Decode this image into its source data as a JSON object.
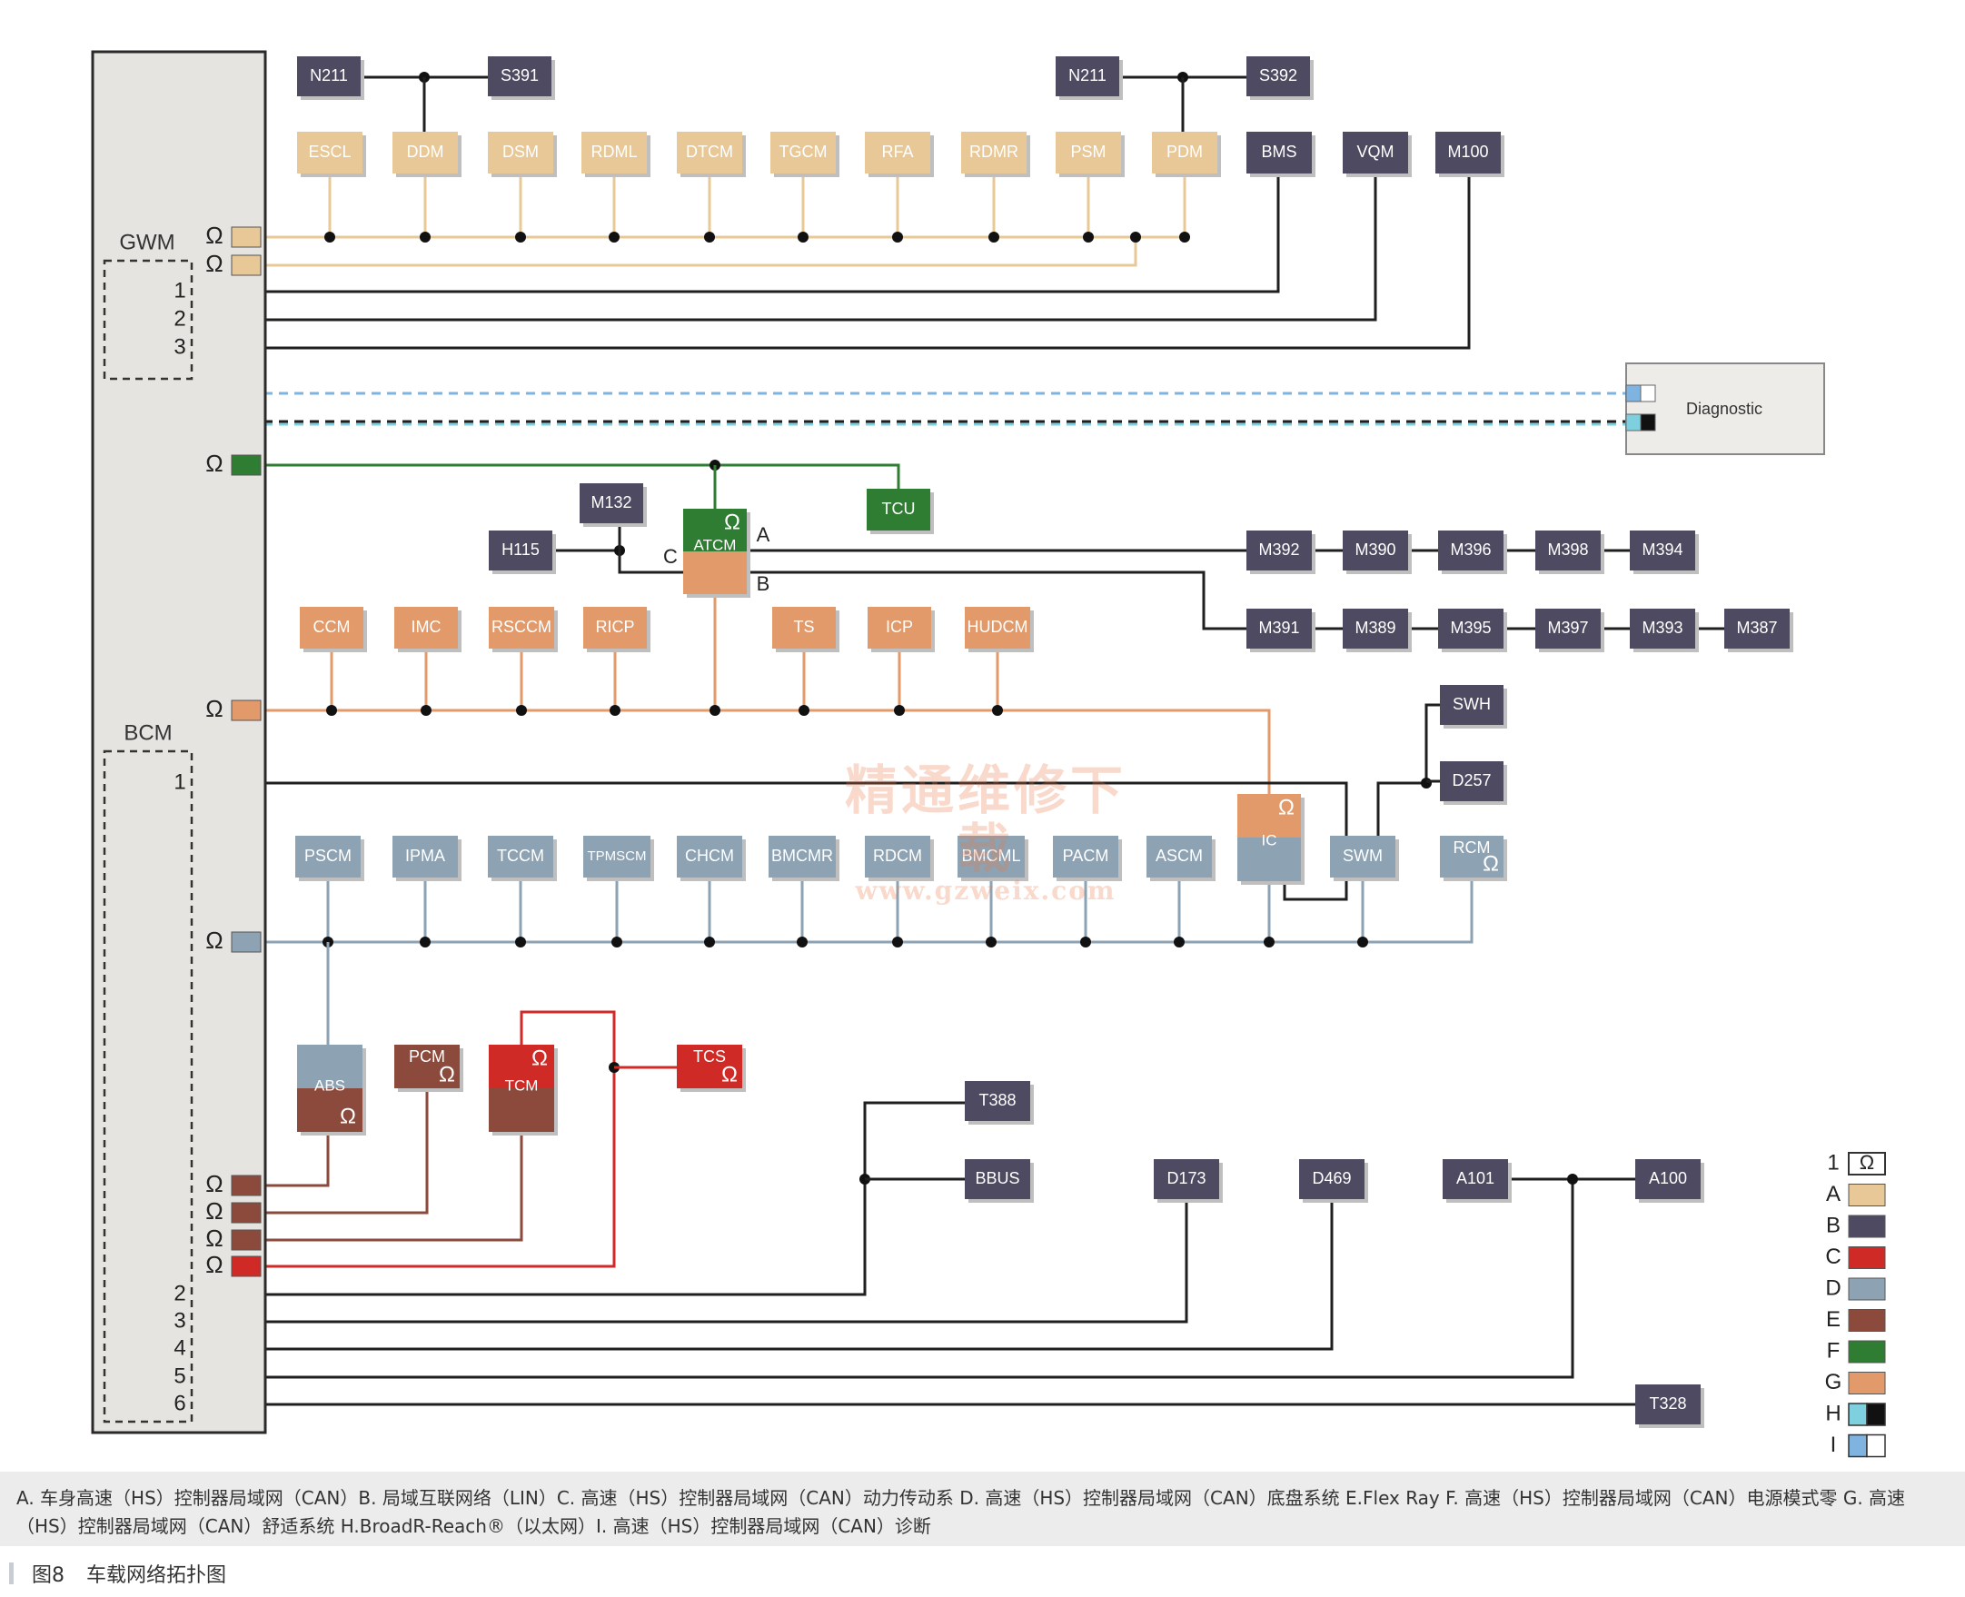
{
  "colors": {
    "A": "#e8c896",
    "B": "#4d4a61",
    "C": "#cf2a26",
    "D": "#8da2b3",
    "E": "#8b4a3c",
    "F": "#2f7d32",
    "G": "#e29a6a",
    "H": "#7fd0df",
    "I": "#7fb3e0",
    "panel": "#e6e4e0",
    "boxtext": "#ffffff",
    "line_black": "#1f1f1f"
  },
  "gateways": [
    {
      "id": "GWM",
      "label": "GWM"
    },
    {
      "id": "BCM",
      "label": "BCM"
    }
  ],
  "port_labels": {
    "omega": "Ω",
    "gwm": [
      "1",
      "2",
      "3"
    ],
    "bcm_top": [
      "1"
    ],
    "bcm_bottom": [
      "2",
      "3",
      "4",
      "5",
      "6"
    ]
  },
  "nodes": [
    {
      "id": "N211a",
      "label": "N211",
      "net": "B"
    },
    {
      "id": "S391",
      "label": "S391",
      "net": "B"
    },
    {
      "id": "N211b",
      "label": "N211",
      "net": "B"
    },
    {
      "id": "S392",
      "label": "S392",
      "net": "B"
    },
    {
      "id": "ESCL",
      "label": "ESCL",
      "net": "A"
    },
    {
      "id": "DDM",
      "label": "DDM",
      "net": "A"
    },
    {
      "id": "DSM",
      "label": "DSM",
      "net": "A"
    },
    {
      "id": "RDML",
      "label": "RDML",
      "net": "A"
    },
    {
      "id": "DTCM",
      "label": "DTCM",
      "net": "A"
    },
    {
      "id": "TGCM",
      "label": "TGCM",
      "net": "A"
    },
    {
      "id": "RFA",
      "label": "RFA",
      "net": "A"
    },
    {
      "id": "RDMR",
      "label": "RDMR",
      "net": "A"
    },
    {
      "id": "PSM",
      "label": "PSM",
      "net": "A"
    },
    {
      "id": "PDM",
      "label": "PDM",
      "net": "A"
    },
    {
      "id": "BMS",
      "label": "BMS",
      "net": "B"
    },
    {
      "id": "VQM",
      "label": "VQM",
      "net": "B"
    },
    {
      "id": "M100",
      "label": "M100",
      "net": "B"
    },
    {
      "id": "TCU",
      "label": "TCU",
      "net": "F"
    },
    {
      "id": "M132",
      "label": "M132",
      "net": "B"
    },
    {
      "id": "H115",
      "label": "H115",
      "net": "B"
    },
    {
      "id": "M392",
      "label": "M392",
      "net": "B"
    },
    {
      "id": "M390",
      "label": "M390",
      "net": "B"
    },
    {
      "id": "M396",
      "label": "M396",
      "net": "B"
    },
    {
      "id": "M398",
      "label": "M398",
      "net": "B"
    },
    {
      "id": "M394",
      "label": "M394",
      "net": "B"
    },
    {
      "id": "M391",
      "label": "M391",
      "net": "B"
    },
    {
      "id": "M389",
      "label": "M389",
      "net": "B"
    },
    {
      "id": "M395",
      "label": "M395",
      "net": "B"
    },
    {
      "id": "M397",
      "label": "M397",
      "net": "B"
    },
    {
      "id": "M393",
      "label": "M393",
      "net": "B"
    },
    {
      "id": "M387",
      "label": "M387",
      "net": "B"
    },
    {
      "id": "CCM",
      "label": "CCM",
      "net": "G"
    },
    {
      "id": "IMC",
      "label": "IMC",
      "net": "G"
    },
    {
      "id": "RSCCM",
      "label": "RSCCM",
      "net": "G"
    },
    {
      "id": "RICP",
      "label": "RICP",
      "net": "G"
    },
    {
      "id": "TS",
      "label": "TS",
      "net": "G"
    },
    {
      "id": "ICP",
      "label": "ICP",
      "net": "G"
    },
    {
      "id": "HUDCM",
      "label": "HUDCM",
      "net": "G"
    },
    {
      "id": "SWH",
      "label": "SWH",
      "net": "B"
    },
    {
      "id": "D257",
      "label": "D257",
      "net": "B"
    },
    {
      "id": "PSCM",
      "label": "PSCM",
      "net": "D"
    },
    {
      "id": "IPMA",
      "label": "IPMA",
      "net": "D"
    },
    {
      "id": "TCCM",
      "label": "TCCM",
      "net": "D"
    },
    {
      "id": "TPMSCM",
      "label": "TPMSCM",
      "net": "D"
    },
    {
      "id": "CHCM",
      "label": "CHCM",
      "net": "D"
    },
    {
      "id": "BMCMR",
      "label": "BMCMR",
      "net": "D"
    },
    {
      "id": "RDCM",
      "label": "RDCM",
      "net": "D"
    },
    {
      "id": "BMCML",
      "label": "BMCML",
      "net": "D"
    },
    {
      "id": "PACM",
      "label": "PACM",
      "net": "D"
    },
    {
      "id": "ASCM",
      "label": "ASCM",
      "net": "D"
    },
    {
      "id": "SWM",
      "label": "SWM",
      "net": "D"
    },
    {
      "id": "RCM",
      "label": "RCM",
      "net": "D"
    },
    {
      "id": "PCM",
      "label": "PCM",
      "net": "E"
    },
    {
      "id": "TCS",
      "label": "TCS",
      "net": "C"
    },
    {
      "id": "T388",
      "label": "T388",
      "net": "B"
    },
    {
      "id": "BBUS",
      "label": "BBUS",
      "net": "B"
    },
    {
      "id": "D173",
      "label": "D173",
      "net": "B"
    },
    {
      "id": "D469",
      "label": "D469",
      "net": "B"
    },
    {
      "id": "A101",
      "label": "A101",
      "net": "B"
    },
    {
      "id": "A100",
      "label": "A100",
      "net": "B"
    },
    {
      "id": "T328",
      "label": "T328",
      "net": "B"
    }
  ],
  "split_nodes": [
    {
      "id": "ATCM",
      "label": "ATCM",
      "top": "F",
      "bottom": "G",
      "ports": [
        "A",
        "B",
        "C"
      ]
    },
    {
      "id": "IC",
      "label": "IC",
      "top": "G",
      "bottom": "D"
    },
    {
      "id": "ABS",
      "label": "ABS",
      "top": "D",
      "bottom": "E"
    },
    {
      "id": "TCM",
      "label": "TCM",
      "top": "C",
      "bottom": "E"
    }
  ],
  "diagnostic": {
    "label": "Diagnostic"
  },
  "legend": [
    {
      "key": "1",
      "swatch": "omega"
    },
    {
      "key": "A",
      "swatch": "A"
    },
    {
      "key": "B",
      "swatch": "B"
    },
    {
      "key": "C",
      "swatch": "C"
    },
    {
      "key": "D",
      "swatch": "D"
    },
    {
      "key": "E",
      "swatch": "E"
    },
    {
      "key": "F",
      "swatch": "F"
    },
    {
      "key": "G",
      "swatch": "G"
    },
    {
      "key": "H",
      "swatch": "H"
    },
    {
      "key": "I",
      "swatch": "I"
    }
  ],
  "watermark": {
    "line1": "精通维修下载",
    "line2": "www.gzweix.com"
  },
  "caption": "A. 车身高速（HS）控制器局域网（CAN）B. 局域互联网络（LIN）C. 高速（HS）控制器局域网（CAN）动力传动系 D. 高速（HS）控制器局域网（CAN）底盘系统 E.Flex Ray F. 高速（HS）控制器局域网（CAN）电源模式零 G. 高速（HS）控制器局域网（CAN）舒适系统 H.BroadR-Reach®（以太网）I. 高速（HS）控制器局域网（CAN）诊断",
  "figure": {
    "number": "图8",
    "title": "车载网络拓扑图"
  }
}
